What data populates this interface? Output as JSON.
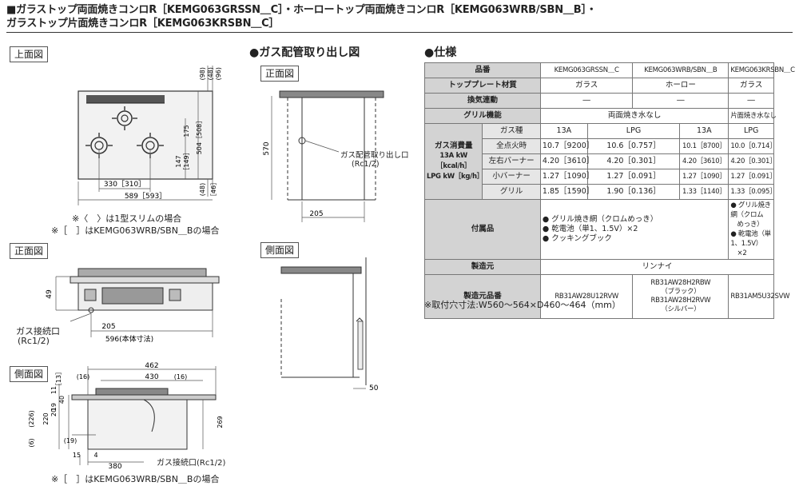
{
  "header": {
    "line1": "■ガラストップ両面焼きコンロR［KEMG063GRSSN＿C］・ホーロートップ両面焼きコンロR［KEMG063WRB/SBN＿B］・",
    "line2": "ガラストップ片面焼きコンロR［KEMG063KRSBN＿C］"
  },
  "views": {
    "top": "上面図",
    "front": "正面図",
    "side": "側面図",
    "gas_title": "●ガス配管取り出し図",
    "gas_front": "正面図",
    "gas_side": "側面図"
  },
  "top_dims": {
    "d98": "(98)",
    "d48": "(48)",
    "d96": "(96)",
    "d175": "175",
    "d504": "504［508］",
    "d147": "147",
    "d149": "［149］",
    "d48b": "(48)",
    "d46": "［46］",
    "w330": "330［310］",
    "w589": "589［593］"
  },
  "top_notes": [
    "※〈　〉は1型スリムの場合",
    "※［　］はKEMG063WRB/SBN＿Bの場合"
  ],
  "front_dims": {
    "d49": "49",
    "w205": "205",
    "w596": "596(本体寸法)",
    "gas": "ガス接続口",
    "rc": "(Rc1/2)"
  },
  "side_dims": {
    "w462": "462",
    "w430": "430",
    "d16a": "(16)",
    "d16b": "(16)",
    "v13": "［13］",
    "v11": "11",
    "v40": "40",
    "v20": "20",
    "v19": "19",
    "v226": "(226)",
    "v220": "220",
    "v269": "269",
    "v6": "(6)",
    "v19b": "(19)",
    "w15": "15",
    "w4": "4",
    "w380": "380",
    "gas": "ガス接続口(Rc1/2)"
  },
  "side_note": "※［　］はKEMG063WRB/SBN＿Bの場合",
  "gas_dims": {
    "v570": "570",
    "w205": "205",
    "label": "ガス配管取り出し口",
    "rc": "(Rc1/2)",
    "w50": "50"
  },
  "spec": {
    "title": "●仕様",
    "col_label": "品番",
    "models": [
      "KEMG063GRSSN＿C",
      "KEMG063WRB/SBN＿B",
      "KEMG063KRSBN＿C"
    ],
    "top_plate_label": "トッププレート材質",
    "top_plate": [
      "ガラス",
      "ホーロー",
      "ガラス"
    ],
    "vent_label": "換気連動",
    "vent": [
      "―",
      "―",
      "―"
    ],
    "grill_label": "グリル機能",
    "grill": [
      "両面焼き水なし",
      "片面焼き水なし"
    ],
    "gas_consumption_label": [
      "ガス消費量",
      "13A kW［kcal/h］",
      "LPG kW［kg/h］"
    ],
    "gas_type_label": "ガス種",
    "gas_types": [
      "13A",
      "LPG",
      "13A",
      "LPG"
    ],
    "rows": [
      {
        "label": "全点火時",
        "values": [
          "10.7［9200］",
          "10.6［0.757］",
          "10.1［8700］",
          "10.0［0.714］"
        ]
      },
      {
        "label": "左右バーナー",
        "values": [
          "4.20［3610］",
          "4.20［0.301］",
          "4.20［3610］",
          "4.20［0.301］"
        ]
      },
      {
        "label": "小バーナー",
        "values": [
          "1.27［1090］",
          "1.27［0.091］",
          "1.27［1090］",
          "1.27［0.091］"
        ]
      },
      {
        "label": "グリル",
        "values": [
          "1.85［1590］",
          "1.90［0.136］",
          "1.33［1140］",
          "1.33［0.095］"
        ]
      }
    ],
    "accessories_label": "付属品",
    "accessories_a": [
      "● グリル焼き網（クロムめっき）",
      "● 乾電池（単1、1.5V）×2",
      "● クッキングブック"
    ],
    "accessories_b": [
      "● グリル焼き網（クロム",
      "　めっき）",
      "● 乾電池（単1、1.5V）",
      "　×2"
    ],
    "maker_label": "製造元",
    "maker": "リンナイ",
    "maker_code_label": "製造元品番",
    "maker_codes": [
      "RB31AW28U12RVW",
      "RB31AW28H2RBW",
      "（ブラック）",
      "RB31AW28H2RVW",
      "（シルバー）",
      "RB31AM5U32SVW"
    ],
    "footnote": "※取付穴寸法:W560～564×D460～464（mm）"
  }
}
